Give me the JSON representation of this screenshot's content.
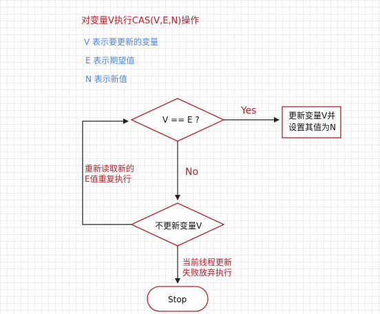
{
  "header": {
    "title": "对变量V执行CAS(V,E,N)操作",
    "legend": [
      "V 表示要更新的变量",
      "E 表示期望值",
      "N 表示新值"
    ]
  },
  "flow": {
    "decision_check": "V == E ?",
    "yes_label": "Yes",
    "no_label": "No",
    "update_box": [
      "更新变量V并",
      "设置其值为N"
    ],
    "retry_label": [
      "重新读取新的",
      "E值重复执行"
    ],
    "no_update": "不更新变量V",
    "fail_label": [
      "当前线程更新",
      "失败放弃执行"
    ],
    "stop": "Stop"
  },
  "colors": {
    "accent_red": "#b5222b",
    "legend_blue": "#4a86e8",
    "stroke": "#b5222b",
    "line": "#222222"
  }
}
